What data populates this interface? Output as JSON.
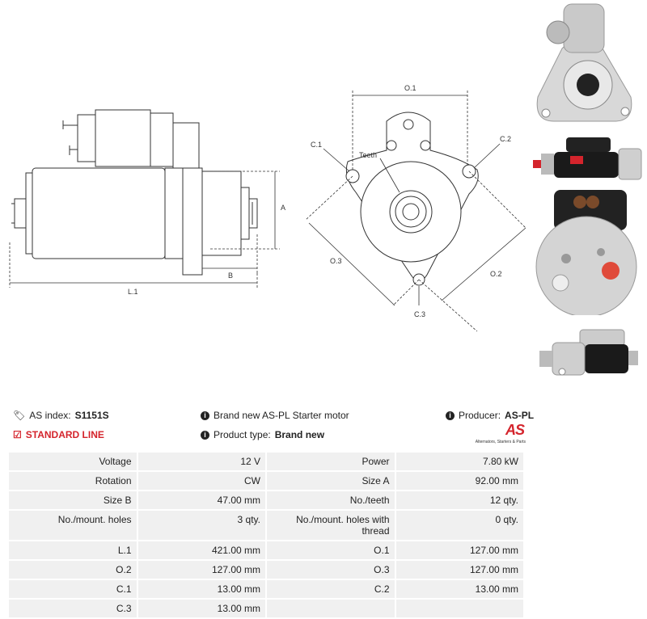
{
  "drawing": {
    "side_labels": {
      "a": "A",
      "b": "B",
      "l1": "L.1"
    },
    "front_labels": {
      "o1": "O.1",
      "o2": "O.2",
      "o3": "O.3",
      "c1": "C.1",
      "c2": "C.2",
      "c3": "C.3",
      "teeth": "Teeth"
    }
  },
  "info": {
    "as_index_label": "AS index:",
    "as_index_value": "S1151S",
    "standard_line": "STANDARD LINE",
    "brand_new_text": "Brand new AS-PL Starter motor",
    "product_type_label": "Product type:",
    "product_type_value": "Brand new",
    "producer_label": "Producer:",
    "producer_value": "AS-PL",
    "logo_mark": "AS",
    "logo_sub": "Alternators, Starters & Parts"
  },
  "specs": [
    [
      "Voltage",
      "12 V",
      "Power",
      "7.80 kW"
    ],
    [
      "Rotation",
      "CW",
      "Size A",
      "92.00 mm"
    ],
    [
      "Size B",
      "47.00 mm",
      "No./teeth",
      "12 qty."
    ],
    [
      "No./mount. holes",
      "3 qty.",
      "No./mount. holes with thread",
      "0 qty."
    ],
    [
      "L.1",
      "421.00 mm",
      "O.1",
      "127.00 mm"
    ],
    [
      "O.2",
      "127.00 mm",
      "O.3",
      "127.00 mm"
    ],
    [
      "C.1",
      "13.00 mm",
      "C.2",
      "13.00 mm"
    ],
    [
      "C.3",
      "13.00 mm",
      "",
      ""
    ]
  ],
  "colors": {
    "accent": "#d4242c",
    "cell_bg": "#f0f0f0"
  }
}
